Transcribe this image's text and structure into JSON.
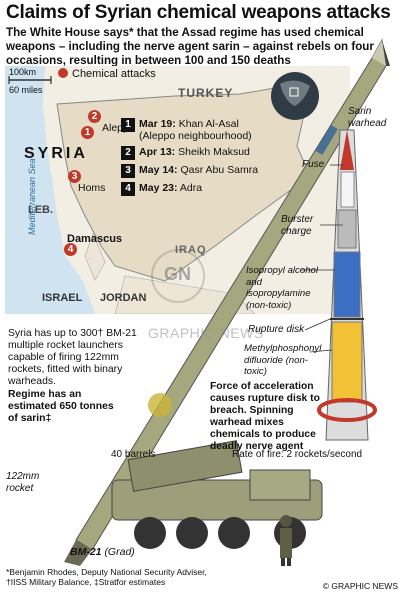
{
  "title": "Claims of Syrian chemical weapons attacks",
  "subtitle": "The White House says* that the Assad regime has used chemical weapons – including the nerve agent sarin – against rebels on four occasions, resulting in between 100 and 150 deaths",
  "map": {
    "scale_km": "100km",
    "scale_miles": "60 miles",
    "legend": "Chemical attacks",
    "countries": {
      "turkey": "TURKEY",
      "syria": "SYRIA",
      "leb": "LEB.",
      "iraq": "IRAQ",
      "israel": "ISRAEL",
      "jordan": "JORDAN",
      "sea": "Mediterranean Sea"
    },
    "cities": {
      "aleppo": "Aleppo",
      "homs": "Homs",
      "damascus": "Damascus"
    },
    "markers": [
      "1",
      "2",
      "3",
      "4"
    ]
  },
  "attacks": [
    {
      "num": "1",
      "date": "Mar 19:",
      "place": "Khan Al-Asal (Aleppo neighbourhood)"
    },
    {
      "num": "2",
      "date": "Apr 13:",
      "place": "Sheikh Maksud"
    },
    {
      "num": "3",
      "date": "May 14:",
      "place": "Qasr Abu Samra"
    },
    {
      "num": "4",
      "date": "May 23:",
      "place": "Adra"
    }
  ],
  "rocket_labels": {
    "sarin_warhead": "Sarin warhead",
    "fuse": "Fuse",
    "burster_charge": "Burster charge",
    "isopropyl": "Isopropyl alcohol and isopropylamine (non-toxic)",
    "rupture_disk": "Rupture disk",
    "methyl": "Methylphosphonyl difluoride (non-toxic)",
    "force_text": "Force of acceleration causes rupture disk to breach. Spinning warhead mixes chemicals to produce deadly nerve agent",
    "rocket_122": "122mm rocket",
    "bm21": "BM-21",
    "grad": "(Grad)",
    "barrels": "40 barrels",
    "rate": "Rate of fire: 2 rockets/second"
  },
  "side_text": {
    "launchers": "Syria has up to 300† BM-21 multiple rocket launchers capable of firing 122mm rockets, fitted with binary warheads.",
    "regime": "Regime has an estimated 650 tonnes of sarin‡"
  },
  "watermark": {
    "logo": "GN",
    "text": "GRAPHIC NEWS"
  },
  "footer": {
    "line1": "*Benjamin Rhodes, Deputy National Security Adviser,",
    "line2": "†IISS Military Balance, ‡Stratfor estimates",
    "credit": "© GRAPHIC NEWS"
  },
  "colors": {
    "accent": "#c0392b",
    "sea": "#cfe3f1",
    "land": "#e8e0cf",
    "rocket": "#9fa47a"
  }
}
